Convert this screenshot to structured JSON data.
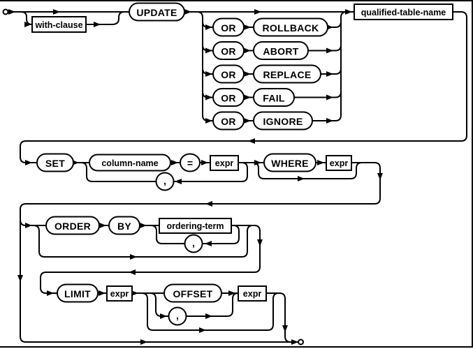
{
  "nodes": {
    "with_clause": "with-clause",
    "update": "UPDATE",
    "or": "OR",
    "rollback": "ROLLBACK",
    "abort": "ABORT",
    "replace": "REPLACE",
    "fail": "FAIL",
    "ignore": "IGNORE",
    "qualified_table_name": "qualified-table-name",
    "set": "SET",
    "column_name": "column-name",
    "equals": "=",
    "expr": "expr",
    "comma": ",",
    "where": "WHERE",
    "order": "ORDER",
    "by": "BY",
    "ordering_term": "ordering-term",
    "limit": "LIMIT",
    "offset": "OFFSET"
  }
}
